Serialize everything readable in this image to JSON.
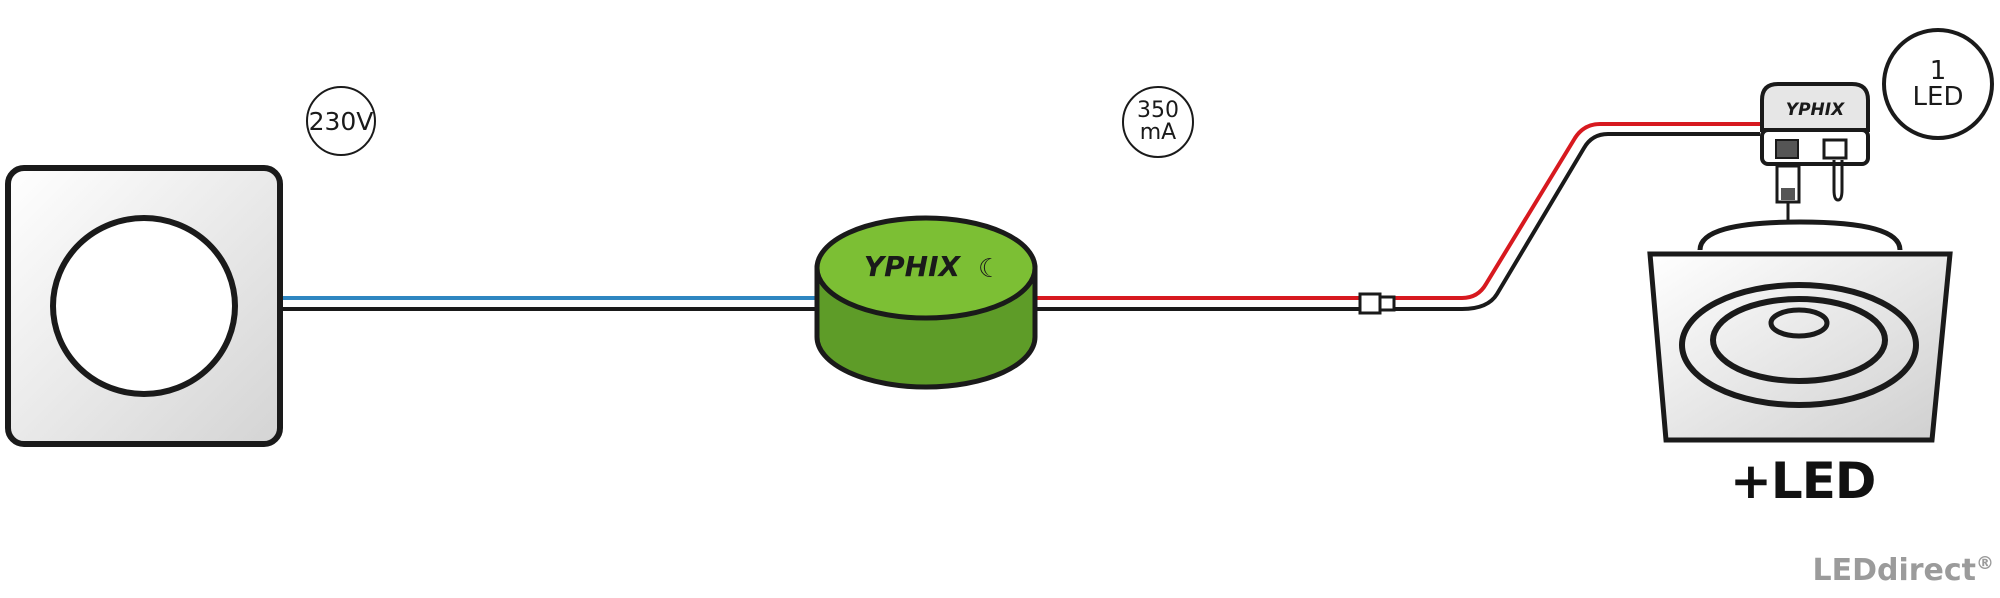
{
  "labels": {
    "voltage": "230V",
    "current_value": "350",
    "current_unit": "mA",
    "led_count_value": "1",
    "led_count_unit": "LED",
    "plus_led": "+LED",
    "driver_brand": "YPHIX",
    "connector_brand": "YPHIX",
    "site_brand": "LEDdirect"
  },
  "colors": {
    "outline": "#1a1a1a",
    "blue_wire": "#2e86c1",
    "red_wire": "#d7191f",
    "driver_top": "#7cbf34",
    "driver_side": "#5e9c28",
    "brand_grey": "#9b9b9b"
  },
  "icons": [
    "wall-dimmer-icon",
    "led-driver-icon",
    "inline-connector-icon",
    "led-connector-box-icon",
    "downlight-icon"
  ]
}
